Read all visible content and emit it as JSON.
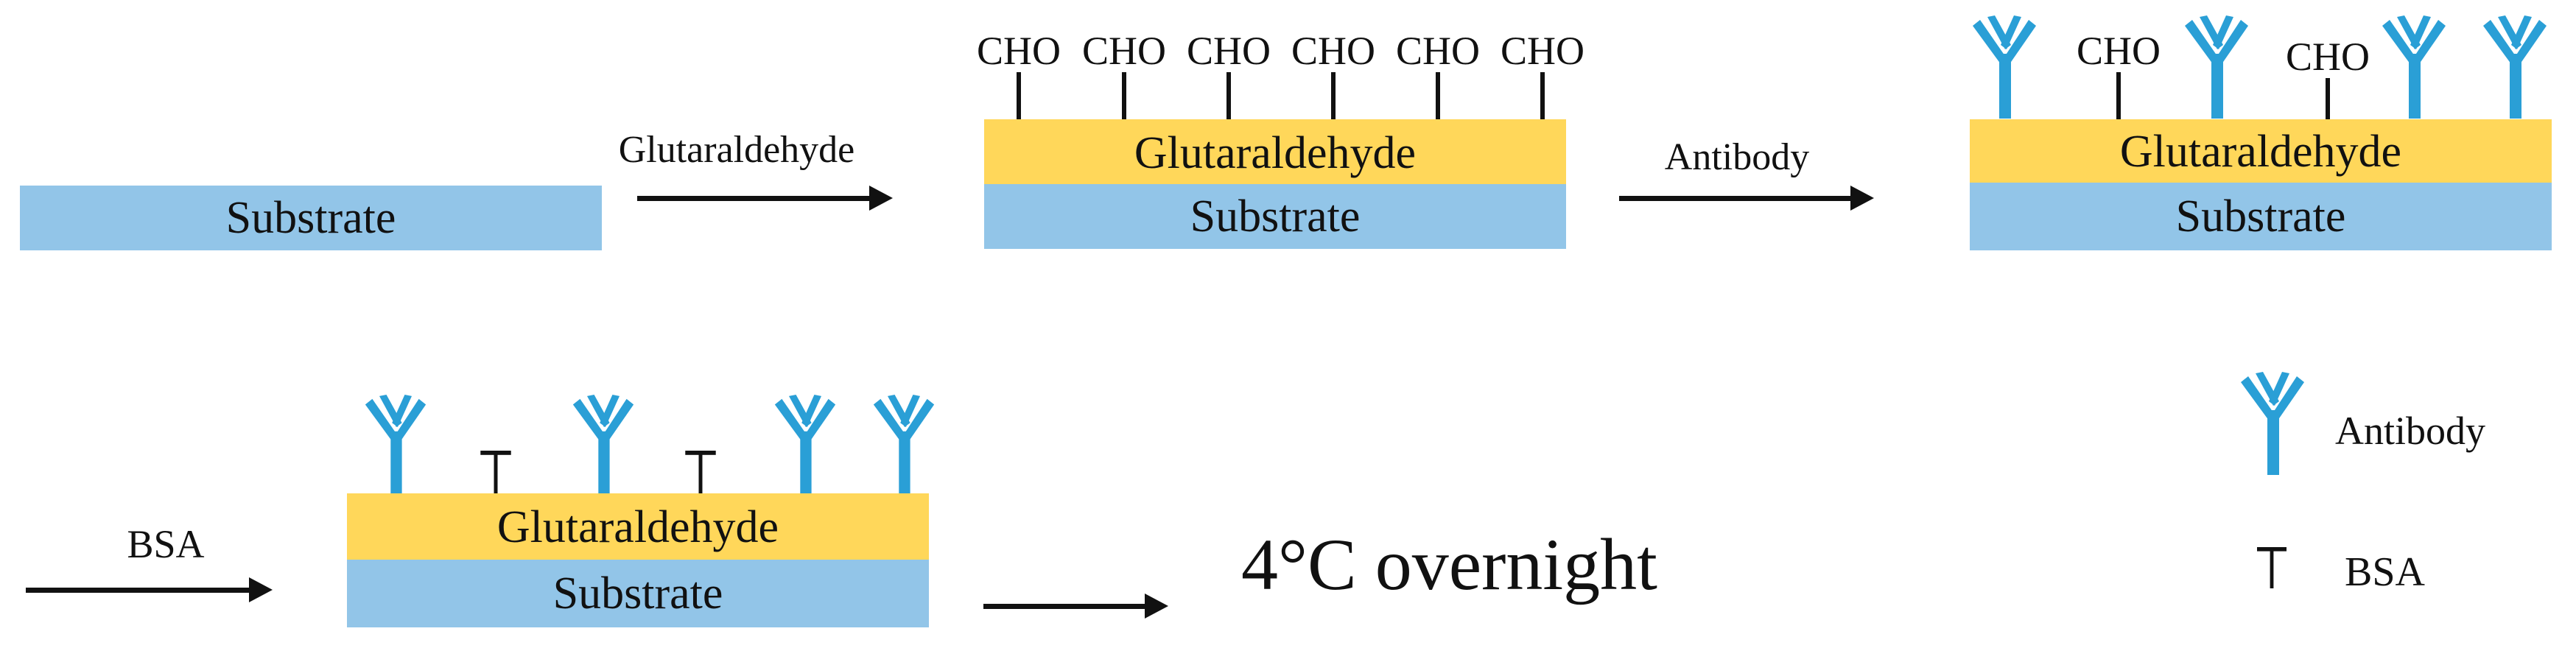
{
  "colors": {
    "substrate": "#92C5E8",
    "glutaraldehyde": "#FFD75A",
    "antibody": "#2A9FD6",
    "line": "#111111"
  },
  "icons": {
    "antibody": "antibody-y-icon",
    "bsa": "bsa-t-icon",
    "arrow": "right-arrow-icon"
  },
  "step1": {
    "substrate_label": "Substrate",
    "arrow_label": "Glutaraldehyde"
  },
  "step2": {
    "glutaraldehyde_label": "Glutaraldehyde",
    "substrate_label": "Substrate",
    "cho_labels": [
      "CHO",
      "CHO",
      "CHO",
      "CHO",
      "CHO",
      "CHO"
    ],
    "arrow_label": "Antibody"
  },
  "step3": {
    "glutaraldehyde_label": "Glutaraldehyde",
    "substrate_label": "Substrate",
    "cho_labels": [
      "CHO",
      "CHO"
    ]
  },
  "step4": {
    "arrow_label": "BSA",
    "glutaraldehyde_label": "Glutaraldehyde",
    "substrate_label": "Substrate"
  },
  "step5": {
    "condition_label": "4°C overnight"
  },
  "legend": {
    "antibody_label": "Antibody",
    "bsa_label": "BSA"
  }
}
